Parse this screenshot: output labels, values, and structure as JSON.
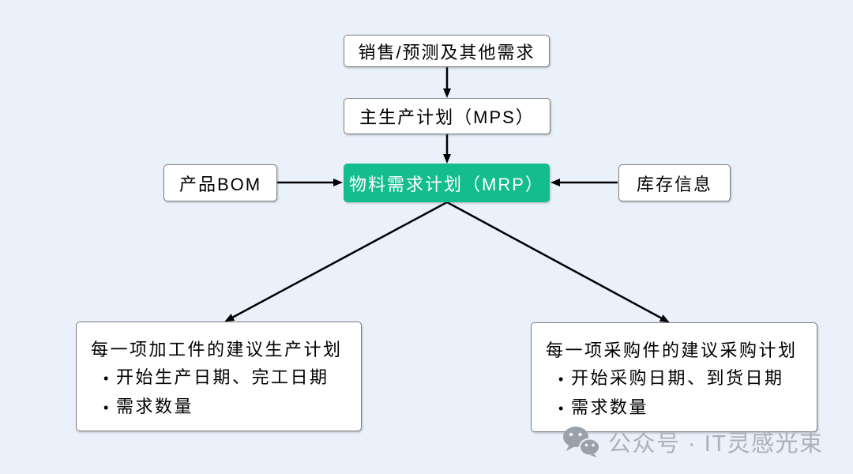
{
  "canvas": {
    "background": "#eaf1fb"
  },
  "colors": {
    "accent_green": "#13bd8e",
    "box_border": "#7e7e7e",
    "arrow_black": "#000000",
    "watermark_gray": "#abb1ba"
  },
  "glyphs": {
    "bullet": "•"
  },
  "nodes": {
    "demand": {
      "label": "销售/预测及其他需求"
    },
    "mps": {
      "label": "主生产计划（MPS）"
    },
    "mrp": {
      "label": "物料需求计划（MRP）"
    },
    "bom": {
      "label": "产品BOM"
    },
    "inventory": {
      "label": "库存信息"
    },
    "production_plan": {
      "title": "每一项加工件的建议生产计划",
      "bullets": [
        "开始生产日期、完工日期",
        "需求数量"
      ]
    },
    "purchase_plan": {
      "title": "每一项采购件的建议采购计划",
      "bullets": [
        "开始采购日期、到货日期",
        "需求数量"
      ]
    }
  },
  "watermark": {
    "icon": "wechat-icon",
    "text": "公众号 · IT灵感光束"
  }
}
